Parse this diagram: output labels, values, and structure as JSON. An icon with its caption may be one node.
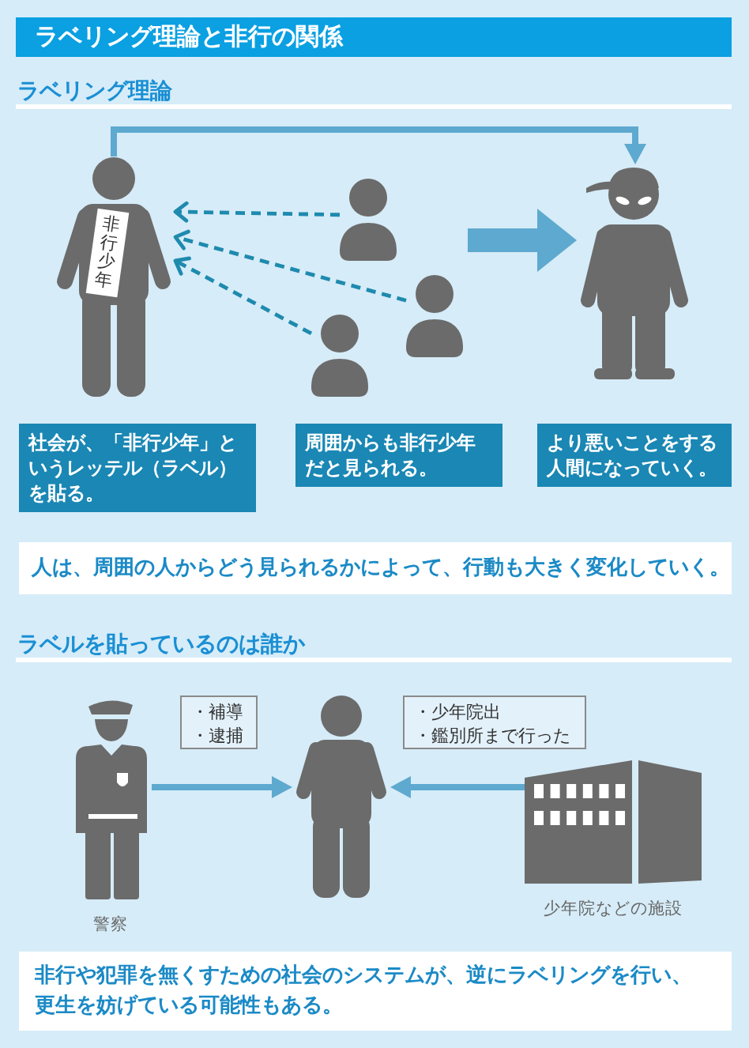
{
  "diagram": {
    "title": "ラベリング理論と非行の関係",
    "nodes": [
      {
        "text": [],
        "shape": "person"
      },
      {
        "text": [
          "非行少年"
        ],
        "in": 0
      },
      {
        "text": [],
        "shape": "person"
      },
      {
        "text": [],
        "shape": "person"
      },
      {
        "text": [],
        "shape": "person"
      },
      {
        "text": [],
        "shape": "person"
      },
      {
        "text": [
          "社会が、「非行少年」というレッテル（ラベル）を貼る。"
        ]
      },
      {
        "text": [
          "周囲からも非行少年だと見られる。"
        ]
      },
      {
        "text": [
          "より悪いことをする人間になっていく。"
        ]
      },
      {
        "text": [
          "人は、周囲の人からどう見られるかによって、行動も大きく変化していく。"
        ]
      },
      {
        "text": [],
        "shape": "person",
        "beside": [
          "警察"
        ]
      },
      {
        "text": [
          "・補導",
          "・逮捕"
        ]
      },
      {
        "text": [],
        "shape": "person"
      },
      {
        "text": [
          "・少年院出",
          "・鑑別所まで行った"
        ]
      },
      {
        "text": [],
        "shape": "picture",
        "beside": [
          "少年院などの施設"
        ]
      },
      {
        "text": [
          "非行や犯罪を無くすための社会のシステムが、逆にラベリングを行い、更生を妨げている可能性もある。"
        ]
      }
    ],
    "edges": [
      {
        "from": 2,
        "to": 0,
        "arrow": "to",
        "style": "dashed",
        "color": "#1e8aae"
      },
      {
        "from": 3,
        "to": 0,
        "arrow": "to",
        "style": "dashed",
        "color": "#1e8aae"
      },
      {
        "from": 4,
        "to": 0,
        "arrow": "to",
        "style": "dashed",
        "color": "#1e8aae"
      },
      {
        "from": 0,
        "to": 5,
        "arrow": "to"
      },
      {
        "from": null,
        "to": 5,
        "arrow": "to",
        "style": "thick"
      },
      {
        "from": 10,
        "to": 12,
        "arrow": "to"
      },
      {
        "from": 14,
        "to": 12,
        "arrow": "to"
      }
    ],
    "labels": [
      "ラベリング理論",
      "ラベルを貼っているのは誰か"
    ]
  }
}
